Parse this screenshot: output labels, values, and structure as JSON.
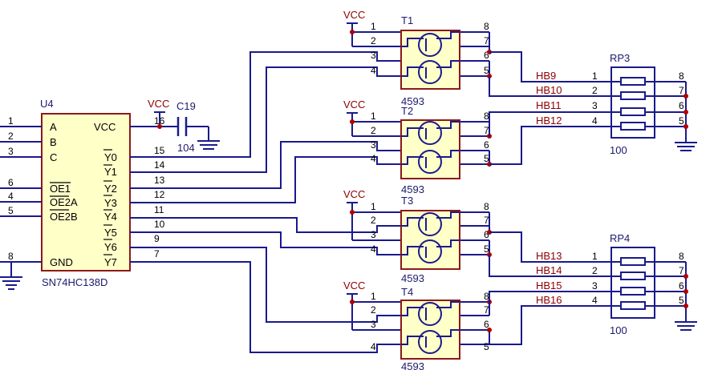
{
  "chip": {
    "ref": "U4",
    "part": "SN74HC138D",
    "left_pins": [
      {
        "num": "1",
        "name": "A"
      },
      {
        "num": "2",
        "name": "B"
      },
      {
        "num": "3",
        "name": "C"
      },
      {
        "num": "6",
        "name": "OE1"
      },
      {
        "num": "4",
        "name": "OE2A"
      },
      {
        "num": "5",
        "name": "OE2B"
      },
      {
        "num": "8",
        "name": "GND"
      }
    ],
    "right_pins": [
      {
        "num": "16",
        "name": "VCC"
      },
      {
        "num": "15",
        "name": "Y0"
      },
      {
        "num": "14",
        "name": "Y1"
      },
      {
        "num": "13",
        "name": "Y2"
      },
      {
        "num": "12",
        "name": "Y3"
      },
      {
        "num": "11",
        "name": "Y4"
      },
      {
        "num": "10",
        "name": "Y5"
      },
      {
        "num": "9",
        "name": "Y6"
      },
      {
        "num": "7",
        "name": "Y7"
      }
    ]
  },
  "capacitor": {
    "ref": "C19",
    "value": "104",
    "power": "VCC"
  },
  "transistors": [
    {
      "ref": "T1",
      "part": "4593",
      "power": "VCC",
      "left_pins": [
        "1",
        "2",
        "3",
        "4"
      ],
      "right_pins": [
        "8",
        "7",
        "6",
        "5"
      ]
    },
    {
      "ref": "T2",
      "part": "4593",
      "power": "VCC",
      "left_pins": [
        "1",
        "2",
        "3",
        "4"
      ],
      "right_pins": [
        "8",
        "7",
        "6",
        "5"
      ]
    },
    {
      "ref": "T3",
      "part": "4593",
      "power": "VCC",
      "left_pins": [
        "1",
        "2",
        "3",
        "4"
      ],
      "right_pins": [
        "8",
        "7",
        "6",
        "5"
      ]
    },
    {
      "ref": "T4",
      "part": "4593",
      "power": "VCC",
      "left_pins": [
        "1",
        "2",
        "3",
        "4"
      ],
      "right_pins": [
        "8",
        "7",
        "6",
        "5"
      ]
    }
  ],
  "resistor_packs": [
    {
      "ref": "RP3",
      "value": "100",
      "left_pins": [
        "1",
        "2",
        "3",
        "4"
      ],
      "right_pins": [
        "8",
        "7",
        "6",
        "5"
      ],
      "nets": [
        "HB9",
        "HB10",
        "HB11",
        "HB12"
      ]
    },
    {
      "ref": "RP4",
      "value": "100",
      "left_pins": [
        "1",
        "2",
        "3",
        "4"
      ],
      "right_pins": [
        "8",
        "7",
        "6",
        "5"
      ],
      "nets": [
        "HB13",
        "HB14",
        "HB15",
        "HB16"
      ]
    }
  ],
  "colors": {
    "wire": "#1a1a8c",
    "body_fill": "#ffffc8",
    "body_stroke": "#8b1a1a",
    "net_label": "#8b0000",
    "junction": "#b00000",
    "fet": "#1a1a8c"
  }
}
